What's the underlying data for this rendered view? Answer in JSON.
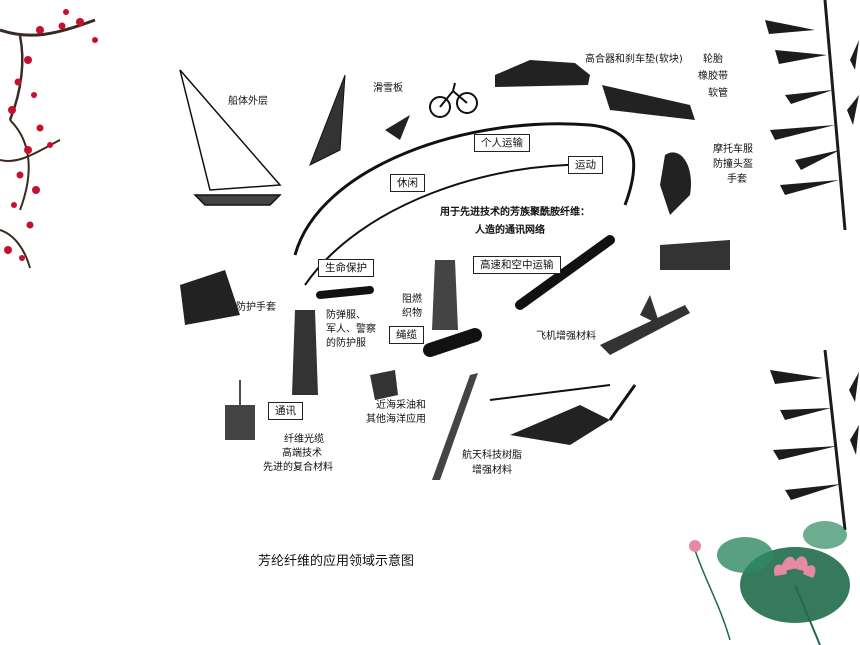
{
  "caption": "芳纶纤维的应用领域示意图",
  "center_text": {
    "line1": "用于先进技术的芳族聚酰胺纤维：",
    "line2": "人造的通讯网络"
  },
  "boxed_labels": {
    "personal_transport": "个人运输",
    "sport": "运动",
    "leisure": "休闲",
    "life_protection": "生命保护",
    "high_speed_air": "高速和空中运输",
    "cable": "绳缆",
    "communication": "通讯"
  },
  "item_labels": {
    "hull": "船体外层",
    "snowboard": "滑雪板",
    "brake_pads": "高合器和刹车垫(软块)",
    "tire": "轮胎",
    "rubber_belt": "橡胶带",
    "hose": "软管",
    "moto_suit": "摩托车服",
    "helmet": "防撞头盔",
    "gloves_moto": "手套",
    "protective_gloves": "防护手套",
    "bulletproof_1": "防弹服、",
    "bulletproof_2": "军人、警察",
    "bulletproof_3": "的防护服",
    "flame_1": "阻燃",
    "flame_2": "织物",
    "aircraft": "飞机增强材料",
    "offshore_1": "近海采油和",
    "offshore_2": "其他海洋应用",
    "aerospace_1": "航天科技树脂",
    "aerospace_2": "增强材料",
    "fiber_1": "纤维光缆",
    "fiber_2": "高端技术",
    "fiber_3": "先进的复合材料"
  },
  "colors": {
    "blossom": "#c8102e",
    "branch": "#3a2a22",
    "bamboo": "#1c1c1c",
    "lotus_leaf": "#1f6b4a",
    "lotus_flower": "#e58aa3"
  }
}
